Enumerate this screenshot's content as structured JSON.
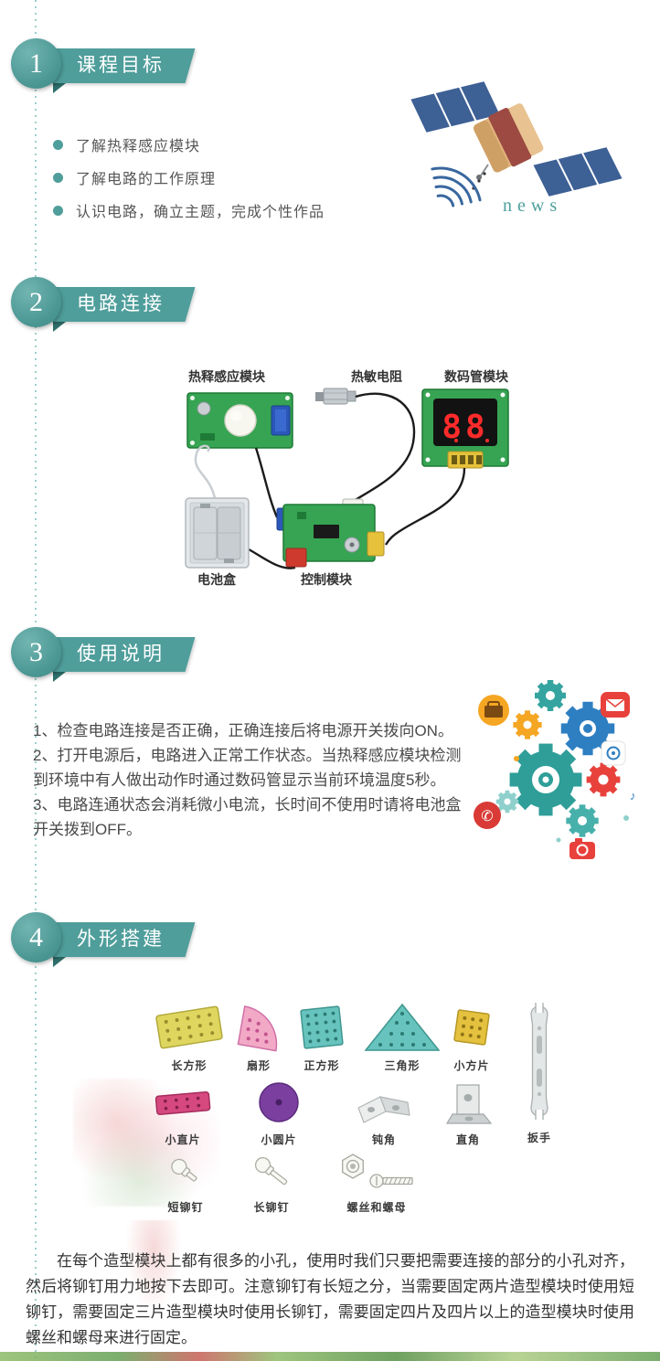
{
  "page": {
    "accent": "#4f9e9b",
    "background": "#ffffff"
  },
  "sections": [
    {
      "number": "1",
      "title": "课程目标"
    },
    {
      "number": "2",
      "title": "电路连接"
    },
    {
      "number": "3",
      "title": "使用说明"
    },
    {
      "number": "4",
      "title": "外形搭建"
    }
  ],
  "objectives": {
    "items": [
      "了解热释感应模块",
      "了解电路的工作原理",
      "认识电路，确立主题，完成个性作品"
    ]
  },
  "satellite": {
    "caption": "news"
  },
  "circuit": {
    "labels": {
      "pir_module": "热释感应模块",
      "thermistor": "热敏电阻",
      "digit_module": "数码管模块",
      "battery_box": "电池盒",
      "control_module": "控制模块"
    },
    "display_value": "88"
  },
  "usage": {
    "steps": [
      "1、检查电路连接是否正确，正确连接后将电源开关拨向ON。",
      "2、打开电源后，电路进入正常工作状态。当热释感应模块检测到环境中有人做出动作时通过数码管显示当前环境温度5秒。",
      "3、电路连通状态会消耗微小电流，长时间不使用时请将电池盒开关拨到OFF。"
    ]
  },
  "shapes": {
    "row1": [
      {
        "name": "长方形"
      },
      {
        "name": "扇形"
      },
      {
        "name": "正方形"
      },
      {
        "name": "三角形"
      },
      {
        "name": "小方片"
      }
    ],
    "row2": [
      {
        "name": "小直片"
      },
      {
        "name": "小圆片"
      },
      {
        "name": "钝角"
      },
      {
        "name": "直角"
      },
      {
        "name": "扳手"
      }
    ],
    "row3": [
      {
        "name": "短铆钉"
      },
      {
        "name": "长铆钉"
      },
      {
        "name": "螺丝和螺母"
      }
    ]
  },
  "icons": {
    "phone_glyph": "✆",
    "music_glyph": "♪"
  },
  "assembly_note": "在每个造型模块上都有很多的小孔，使用时我们只要把需要连接的部分的小孔对齐，然后将铆钉用力地按下去即可。注意铆钉有长短之分，当需要固定两片造型模块时使用短铆钉，需要固定三片造型模块时使用长铆钉，需要固定四片及四片以上的造型模块时使用螺丝和螺母来进行固定。"
}
